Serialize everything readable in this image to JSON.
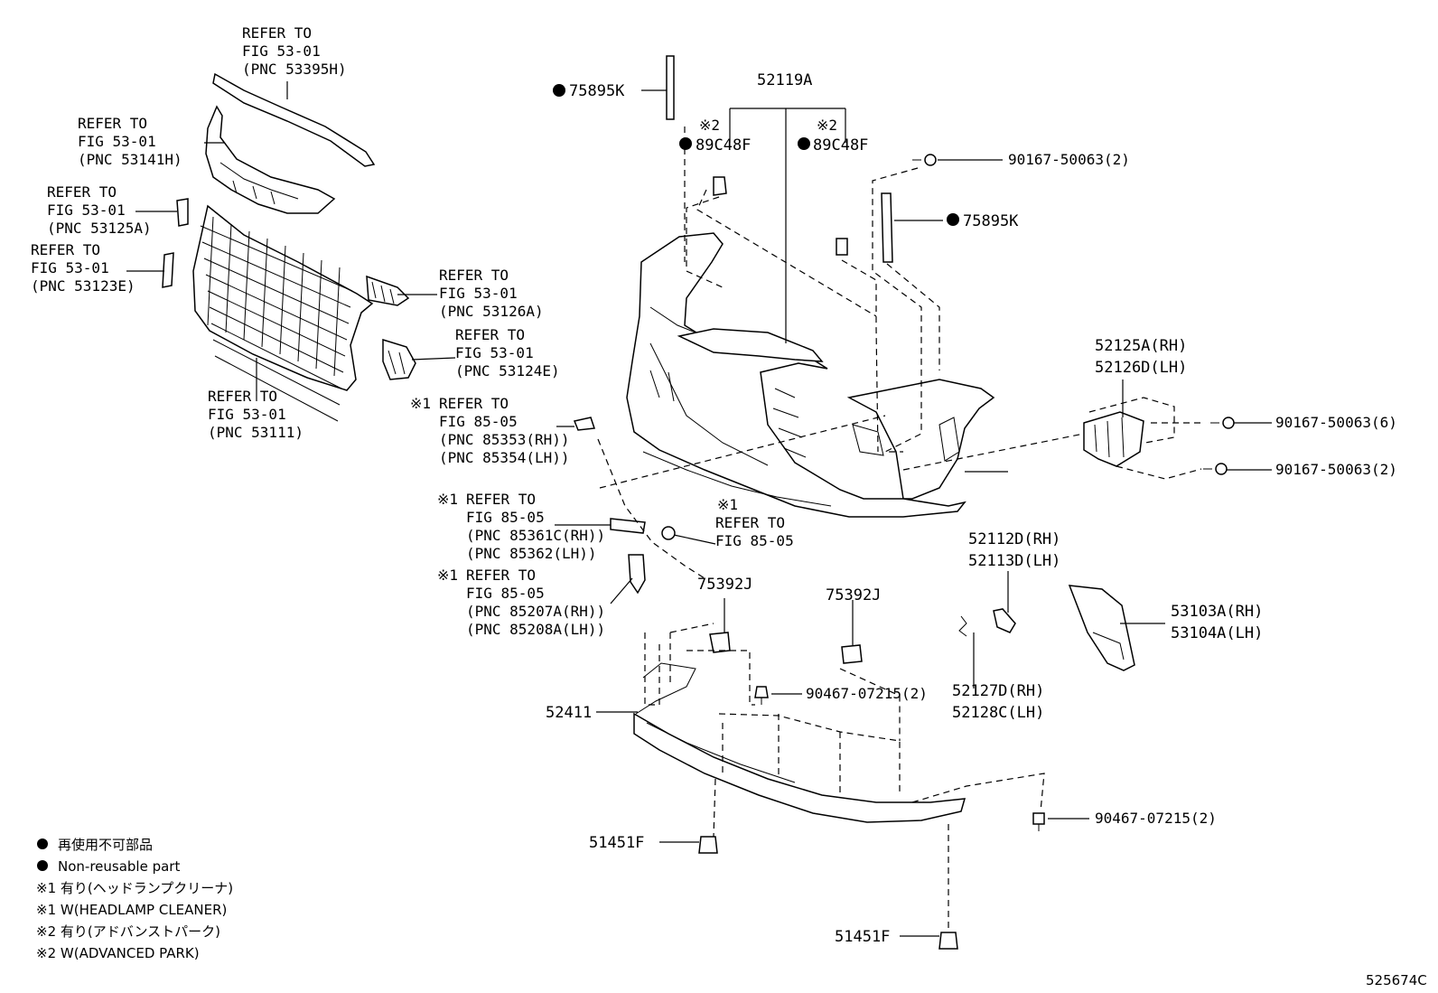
{
  "refer_to": {
    "r53395h": {
      "l1": "REFER TO",
      "l2": "FIG 53-01",
      "l3": "(PNC 53395H)"
    },
    "r53141h": {
      "l1": "REFER TO",
      "l2": "FIG 53-01",
      "l3": "(PNC 53141H)"
    },
    "r53125a": {
      "l1": "REFER TO",
      "l2": "FIG 53-01",
      "l3": "(PNC 53125A)"
    },
    "r53123e": {
      "l1": "REFER TO",
      "l2": "FIG 53-01",
      "l3": "(PNC 53123E)"
    },
    "r53126a": {
      "l1": "REFER TO",
      "l2": "FIG 53-01",
      "l3": "(PNC 53126A)"
    },
    "r53124e": {
      "l1": "REFER TO",
      "l2": "FIG 53-01",
      "l3": "(PNC 53124E)"
    },
    "r53111": {
      "l1": "REFER TO",
      "l2": "FIG 53-01",
      "l3": "(PNC 53111)"
    },
    "r85353": {
      "mark": "※1",
      "l1": "REFER TO",
      "l2": "FIG 85-05",
      "l3": "(PNC 85353(RH))",
      "l4": "(PNC 85354(LH))"
    },
    "r85361": {
      "mark": "※1",
      "l1": "REFER TO",
      "l2": "FIG 85-05",
      "l3": "(PNC 85361C(RH))",
      "l4": "(PNC 85362(LH))"
    },
    "r85207": {
      "mark": "※1",
      "l1": "REFER TO",
      "l2": "FIG 85-05",
      "l3": "(PNC 85207A(RH))",
      "l4": "(PNC 85208A(LH))"
    },
    "r8505": {
      "mark": "※1",
      "l1": "REFER TO",
      "l2": "FIG 85-05"
    }
  },
  "parts": {
    "p75895k_a": "75895K",
    "p75895k_b": "75895K",
    "p52119a": "52119A",
    "p89c48f_a": "89C48F",
    "p89c48f_b": "89C48F",
    "mark2_a": "※2",
    "mark2_b": "※2",
    "p90167_a": "90167-50063(2)",
    "p52125a": "52125A(RH)",
    "p52126d": "52126D(LH)",
    "p90167_b": "90167-50063(6)",
    "p90167_c": "90167-50063(2)",
    "p52112d": "52112D(RH)",
    "p52113d": "52113D(LH)",
    "p75392j_a": "75392J",
    "p75392j_b": "75392J",
    "p53103a": "53103A(RH)",
    "p53104a": "53104A(LH)",
    "p90467_a": "90467-07215(2)",
    "p52127d": "52127D(RH)",
    "p52128c": "52128C(LH)",
    "p52411": "52411",
    "p90467_b": "90467-07215(2)",
    "p51451f_a": "51451F",
    "p51451f_b": "51451F"
  },
  "legend": {
    "nonreusable_jp": "再使用不可部品",
    "nonreusable_en": "Non-reusable part",
    "note1_jp": "※1 有り(ヘッドランプクリーナ)",
    "note1_en": "※1 W(HEADLAMP CLEANER)",
    "note2_jp": "※2 有り(アドバンストパーク)",
    "note2_en": "※2 W(ADVANCED PARK)"
  },
  "diagram_id": "525674C"
}
